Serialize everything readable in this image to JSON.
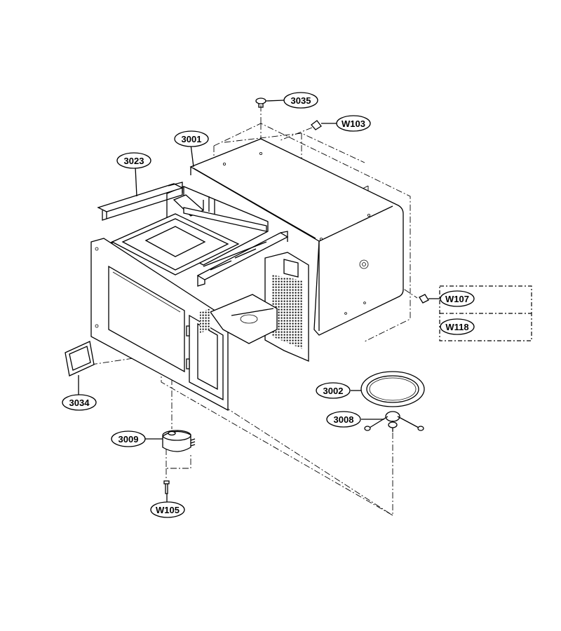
{
  "diagram": {
    "callouts": {
      "c3035": "3035",
      "cW103": "W103",
      "c3001": "3001",
      "c3023": "3023",
      "cW107": "W107",
      "cW118": "W118",
      "c3002": "3002",
      "c3008": "3008",
      "c3034": "3034",
      "c3009": "3009",
      "cW105": "W105"
    }
  }
}
